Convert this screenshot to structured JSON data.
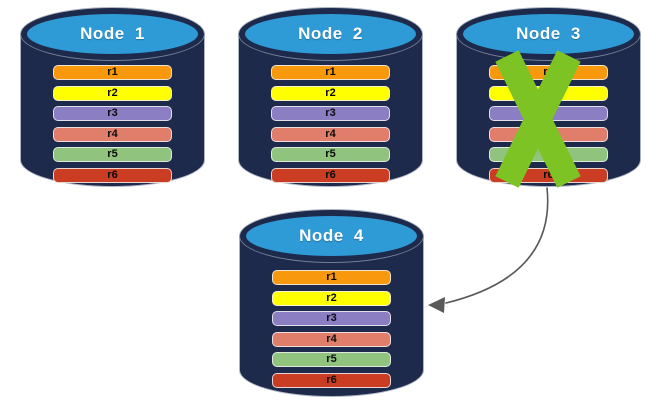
{
  "diagram": {
    "description": "Four database node cylinders each holding replicated records r1-r6; Node 3 is crossed out (failed) with an arrow showing its data moving to new Node 4",
    "nodes": [
      {
        "label": "Node 1",
        "failed": false,
        "records": [
          "r1",
          "r2",
          "r3",
          "r4",
          "r5",
          "r6"
        ]
      },
      {
        "label": "Node 2",
        "failed": false,
        "records": [
          "r1",
          "r2",
          "r3",
          "r4",
          "r5",
          "r6"
        ]
      },
      {
        "label": "Node 3",
        "failed": true,
        "records": [
          "r1",
          "r2",
          "r3",
          "r4",
          "r5",
          "r6"
        ]
      },
      {
        "label": "Node 4",
        "failed": false,
        "records": [
          "r1",
          "r2",
          "r3",
          "r4",
          "r5",
          "r6"
        ]
      }
    ],
    "record_colors": [
      "#F8990D",
      "#FFFF00",
      "#8C7EC3",
      "#E07D6B",
      "#90C47E",
      "#CB3D23"
    ],
    "colors": {
      "cylinder_body": "#1D2A4B",
      "cylinder_top": "#2E9AD6",
      "title_text": "#FFFFFF",
      "record_text": "#0A0A0A",
      "failure_x": "#7DC323",
      "arrow": "#595959"
    },
    "arrow": {
      "from": "Node 3",
      "to": "Node 4"
    }
  }
}
